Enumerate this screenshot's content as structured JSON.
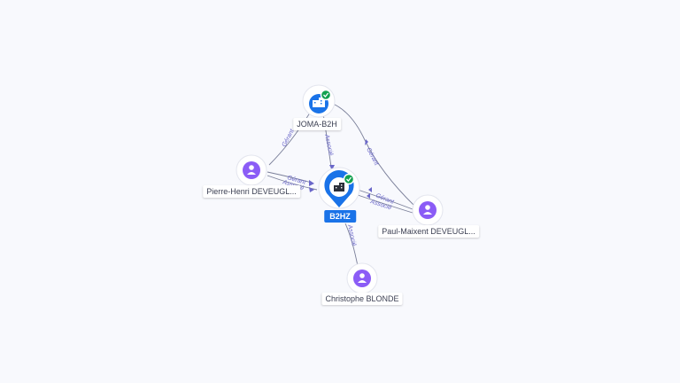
{
  "colors": {
    "person": "#8b5cf6",
    "company": "#1a73e8",
    "active_badge": "#12a150",
    "edge_label": "#6a67c9"
  },
  "nodes": {
    "joma": {
      "label": "JOMA-B2H",
      "kind": "company",
      "icon": "building-icon",
      "badge": "check-icon"
    },
    "b2hz": {
      "label": "B2HZ",
      "kind": "company-main",
      "icon": "building-icon",
      "badge": "check-icon"
    },
    "pierre": {
      "label": "Pierre-Henri DEVEUGL...",
      "kind": "person",
      "icon": "person-icon"
    },
    "paul": {
      "label": "Paul-Maixent DEVEUGL...",
      "kind": "person",
      "icon": "person-icon"
    },
    "christophe": {
      "label": "Christophe BLONDE",
      "kind": "person",
      "icon": "person-icon"
    }
  },
  "edges": [
    {
      "from": "pierre",
      "to": "joma",
      "label": "Gérant"
    },
    {
      "from": "joma",
      "to": "b2hz",
      "label": "Associé"
    },
    {
      "from": "paul",
      "to": "joma",
      "label": "Gérant"
    },
    {
      "from": "pierre",
      "to": "b2hz",
      "label": "Gérant"
    },
    {
      "from": "pierre",
      "to": "b2hz",
      "label": "Associé"
    },
    {
      "from": "paul",
      "to": "b2hz",
      "label": "Gérant"
    },
    {
      "from": "paul",
      "to": "b2hz",
      "label": "Associé"
    },
    {
      "from": "christophe",
      "to": "b2hz",
      "label": "Associé"
    }
  ]
}
